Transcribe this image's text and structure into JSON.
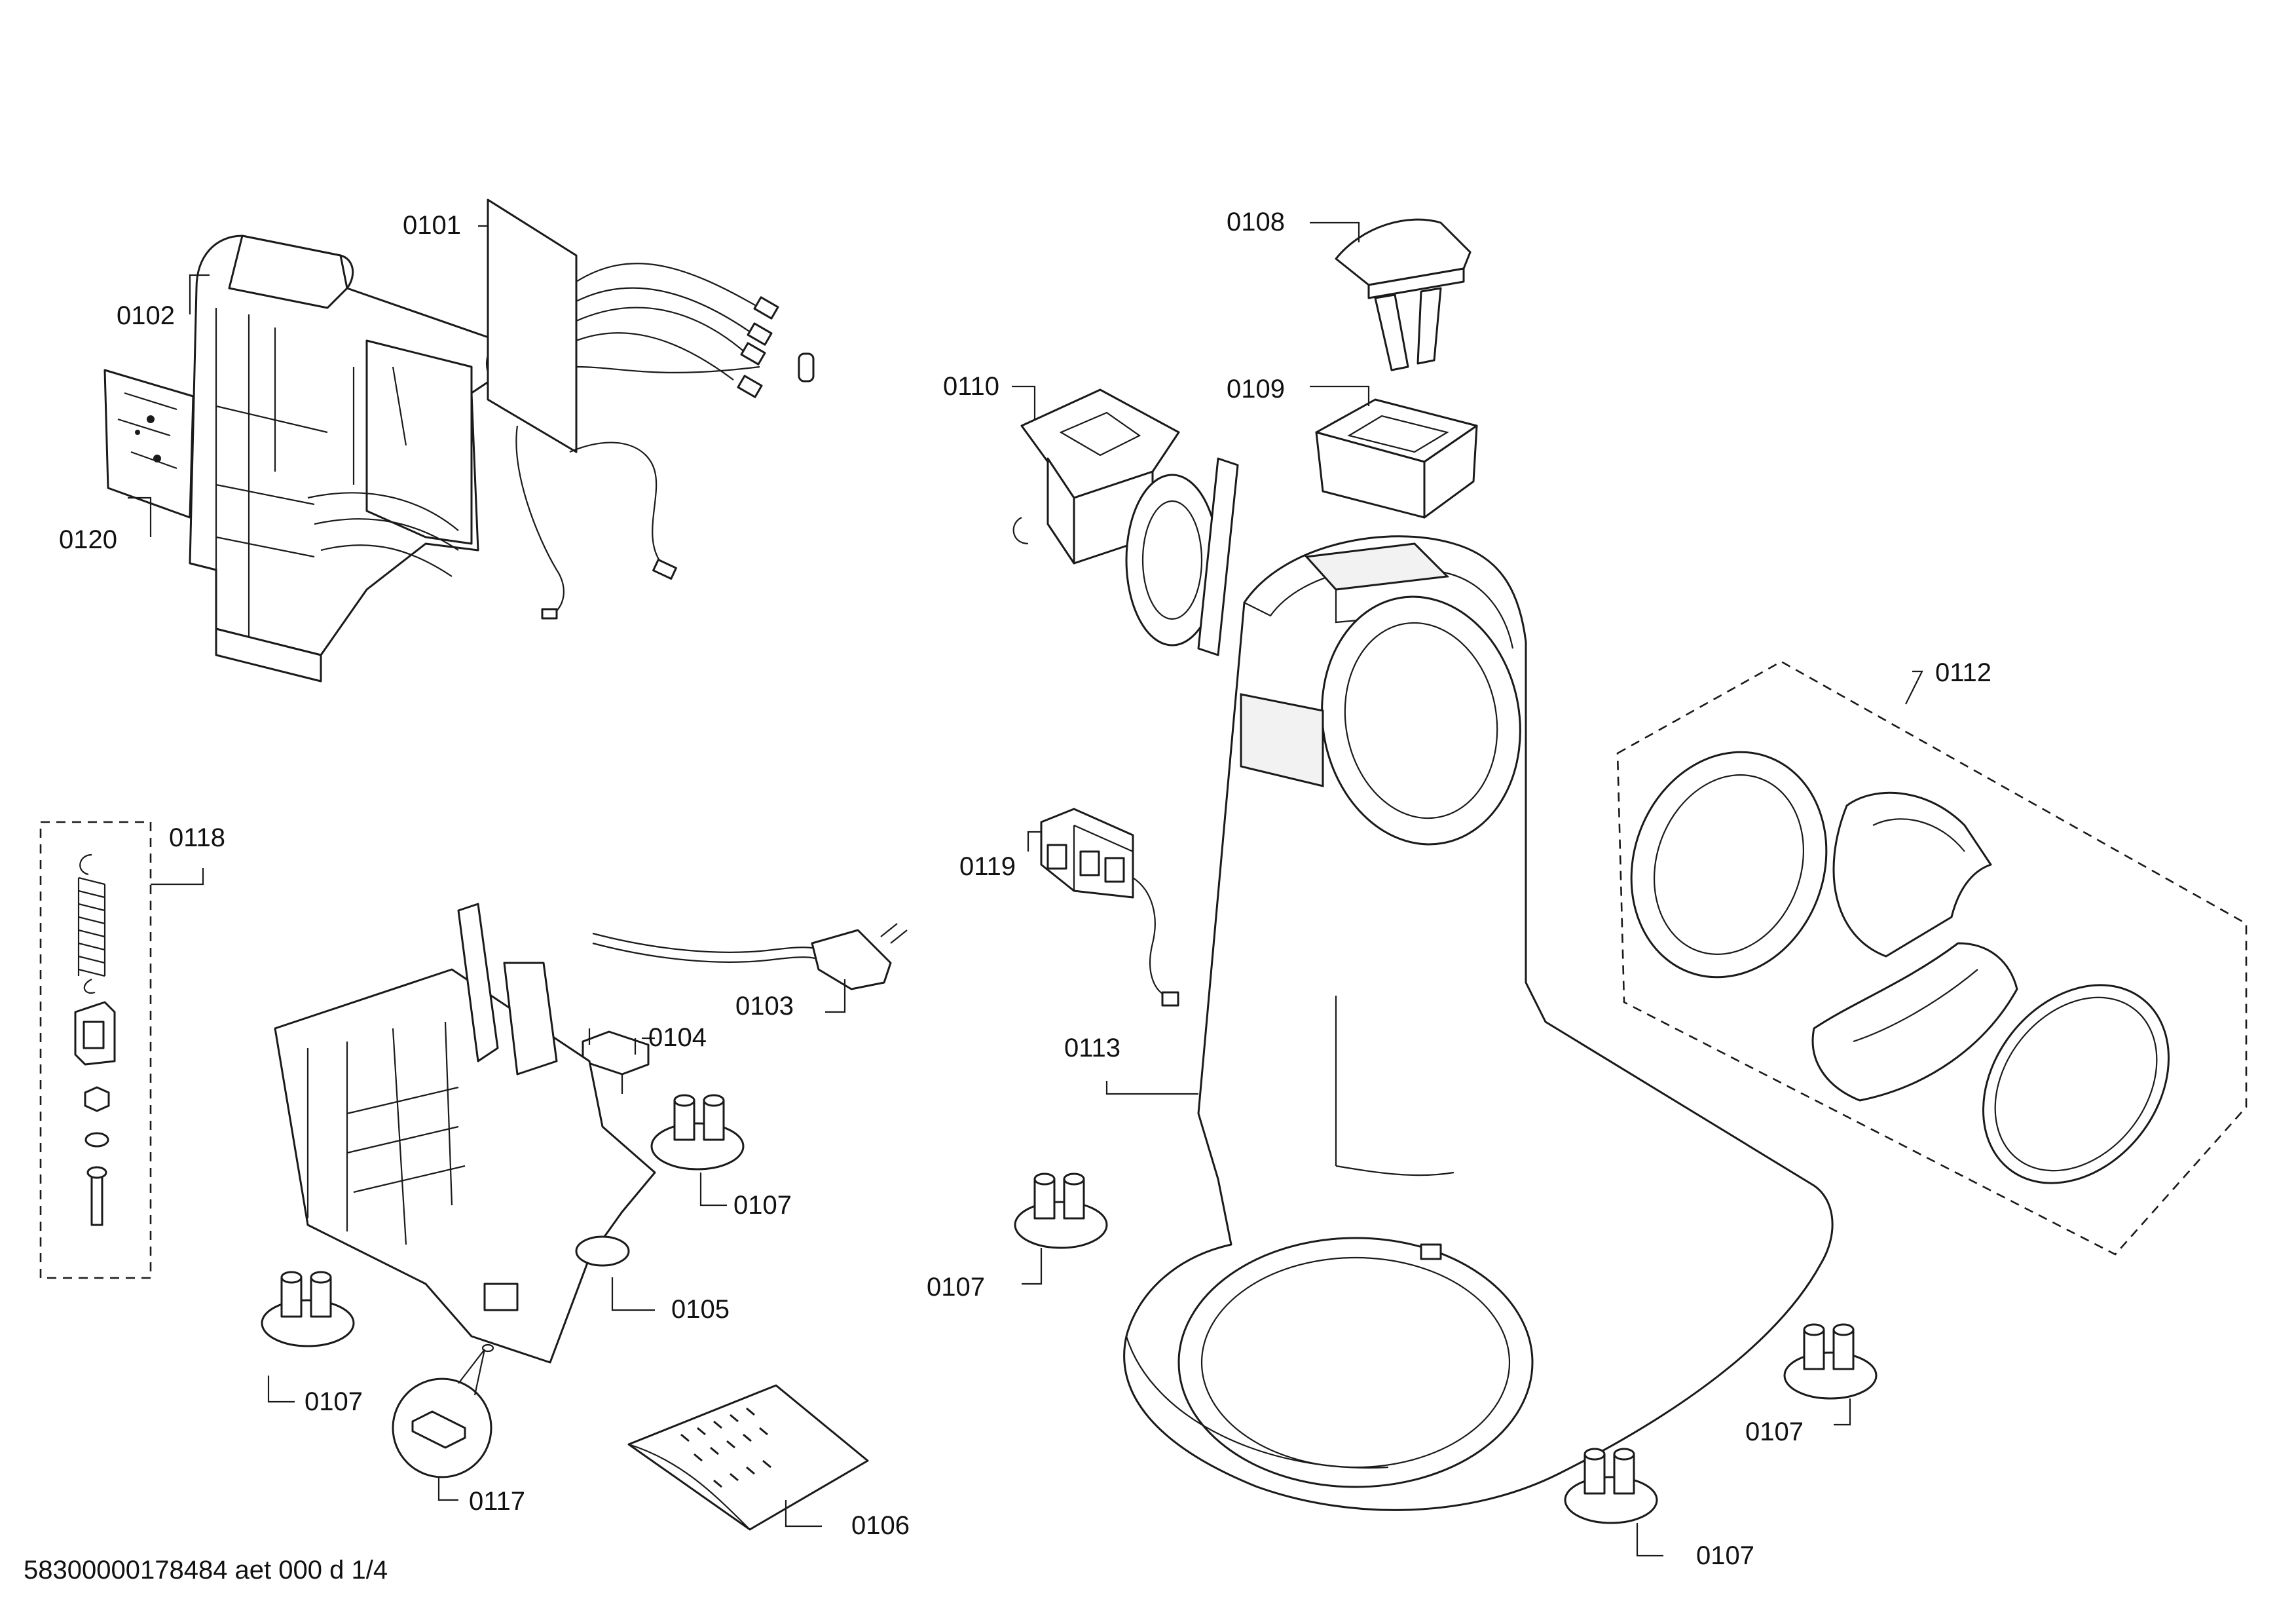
{
  "document_id": "58300000178484 aet 000 d 1/4",
  "colors": {
    "line": "#1a1a1a",
    "background": "#ffffff",
    "text": "#111111"
  },
  "labels": {
    "p0101": "0101",
    "p0102": "0102",
    "p0103": "0103",
    "p0104": "0104",
    "p0105": "0105",
    "p0106": "0106",
    "p0107": "0107",
    "p0108": "0108",
    "p0109": "0109",
    "p0110": "0110",
    "p0112": "0112",
    "p0113": "0113",
    "p0117": "0117",
    "p0118": "0118",
    "p0119": "0119",
    "p0120": "0120"
  }
}
